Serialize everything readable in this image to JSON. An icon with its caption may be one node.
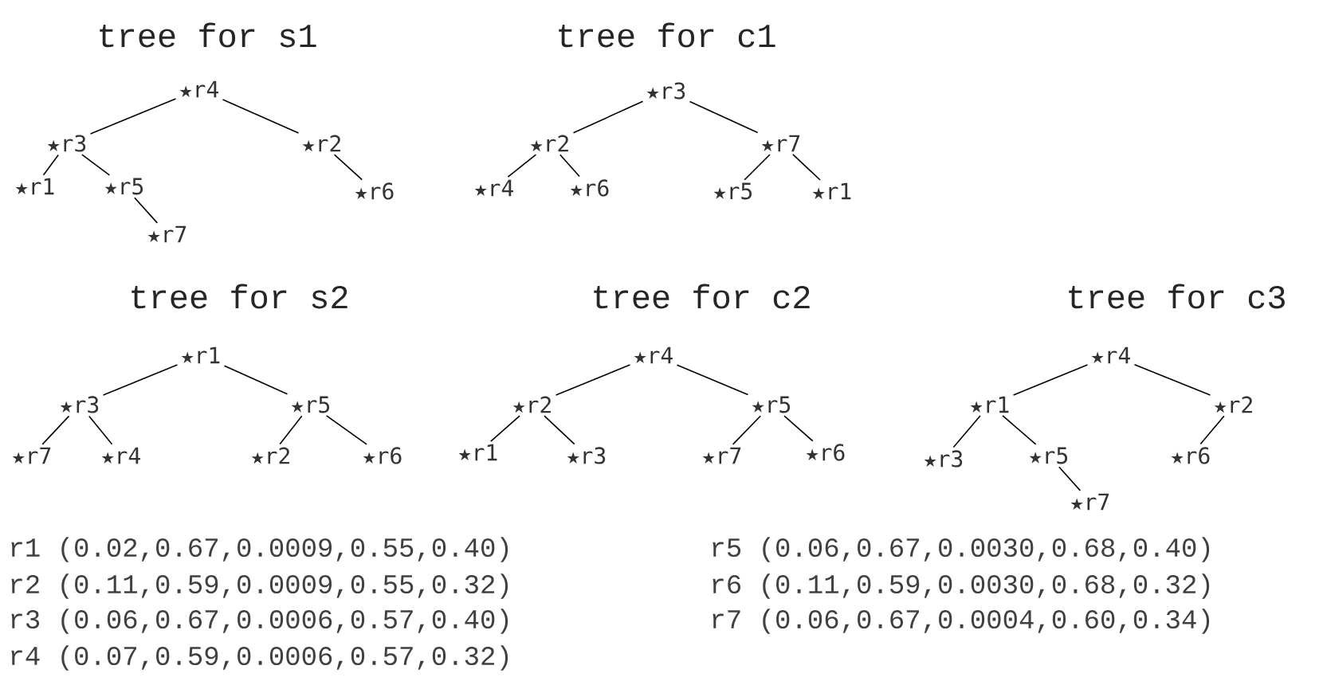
{
  "diagram": {
    "nodes": [
      {
        "text": [
          "★r4"
        ]
      },
      {
        "text": [
          "★r3"
        ]
      },
      {
        "text": [
          "★r2"
        ]
      },
      {
        "text": [
          "★r1"
        ]
      },
      {
        "text": [
          "★r5"
        ]
      },
      {
        "text": [
          "★r6"
        ]
      },
      {
        "text": [
          "★r7"
        ]
      },
      {
        "text": [
          "★r3"
        ]
      },
      {
        "text": [
          "★r2"
        ]
      },
      {
        "text": [
          "★r7"
        ]
      },
      {
        "text": [
          "★r4"
        ]
      },
      {
        "text": [
          "★r6"
        ]
      },
      {
        "text": [
          "★r5"
        ]
      },
      {
        "text": [
          "★r1"
        ]
      },
      {
        "text": [
          "★r1"
        ]
      },
      {
        "text": [
          "★r3"
        ]
      },
      {
        "text": [
          "★r5"
        ]
      },
      {
        "text": [
          "★r7"
        ]
      },
      {
        "text": [
          "★r4"
        ]
      },
      {
        "text": [
          "★r2"
        ]
      },
      {
        "text": [
          "★r6"
        ]
      },
      {
        "text": [
          "★r4"
        ]
      },
      {
        "text": [
          "★r2"
        ]
      },
      {
        "text": [
          "★r5"
        ]
      },
      {
        "text": [
          "★r1"
        ]
      },
      {
        "text": [
          "★r3"
        ]
      },
      {
        "text": [
          "★r7"
        ]
      },
      {
        "text": [
          "★r6"
        ]
      },
      {
        "text": [
          "★r4"
        ]
      },
      {
        "text": [
          "★r1"
        ]
      },
      {
        "text": [
          "★r2"
        ]
      },
      {
        "text": [
          "★r3"
        ]
      },
      {
        "text": [
          "★r5"
        ]
      },
      {
        "text": [
          "★r6"
        ]
      },
      {
        "text": [
          "★r7"
        ]
      }
    ],
    "edges": [
      {
        "from": 0,
        "to": 1,
        "arrow": "none"
      },
      {
        "from": 0,
        "to": 2,
        "arrow": "none"
      },
      {
        "from": 1,
        "to": 3,
        "arrow": "none"
      },
      {
        "from": 1,
        "to": 4,
        "arrow": "none"
      },
      {
        "from": 2,
        "to": 5,
        "arrow": "none"
      },
      {
        "from": 4,
        "to": 6,
        "arrow": "none"
      },
      {
        "from": 7,
        "to": 8,
        "arrow": "none"
      },
      {
        "from": 7,
        "to": 9,
        "arrow": "none"
      },
      {
        "from": 8,
        "to": 10,
        "arrow": "none"
      },
      {
        "from": 8,
        "to": 11,
        "arrow": "none"
      },
      {
        "from": 9,
        "to": 12,
        "arrow": "none"
      },
      {
        "from": 9,
        "to": 13,
        "arrow": "none"
      },
      {
        "from": 14,
        "to": 15,
        "arrow": "none"
      },
      {
        "from": 14,
        "to": 16,
        "arrow": "none"
      },
      {
        "from": 15,
        "to": 17,
        "arrow": "none"
      },
      {
        "from": 15,
        "to": 18,
        "arrow": "none"
      },
      {
        "from": 16,
        "to": 19,
        "arrow": "none"
      },
      {
        "from": 16,
        "to": 20,
        "arrow": "none"
      },
      {
        "from": 21,
        "to": 22,
        "arrow": "none"
      },
      {
        "from": 21,
        "to": 23,
        "arrow": "none"
      },
      {
        "from": 22,
        "to": 24,
        "arrow": "none"
      },
      {
        "from": 22,
        "to": 25,
        "arrow": "none"
      },
      {
        "from": 23,
        "to": 26,
        "arrow": "none"
      },
      {
        "from": 23,
        "to": 27,
        "arrow": "none"
      },
      {
        "from": 28,
        "to": 29,
        "arrow": "none"
      },
      {
        "from": 28,
        "to": 30,
        "arrow": "none"
      },
      {
        "from": 29,
        "to": 31,
        "arrow": "none"
      },
      {
        "from": 29,
        "to": 32,
        "arrow": "none"
      },
      {
        "from": 30,
        "to": 33,
        "arrow": "none"
      },
      {
        "from": 32,
        "to": 34,
        "arrow": "none"
      }
    ],
    "labels": [
      "tree for s1",
      "tree for c1",
      "tree for s2",
      "tree for c2",
      "tree for c3",
      "r1 (0.02,0.67,0.0009,0.55,0.40)",
      "r5 (0.06,0.67,0.0030,0.68,0.40)",
      "r2 (0.11,0.59,0.0009,0.55,0.32)",
      "r6 (0.11,0.59,0.0030,0.68,0.32)",
      "r3 (0.06,0.67,0.0006,0.57,0.40)",
      "r7 (0.06,0.67,0.0004,0.60,0.34)",
      "r4 (0.07,0.59,0.0006,0.57,0.32)"
    ]
  }
}
